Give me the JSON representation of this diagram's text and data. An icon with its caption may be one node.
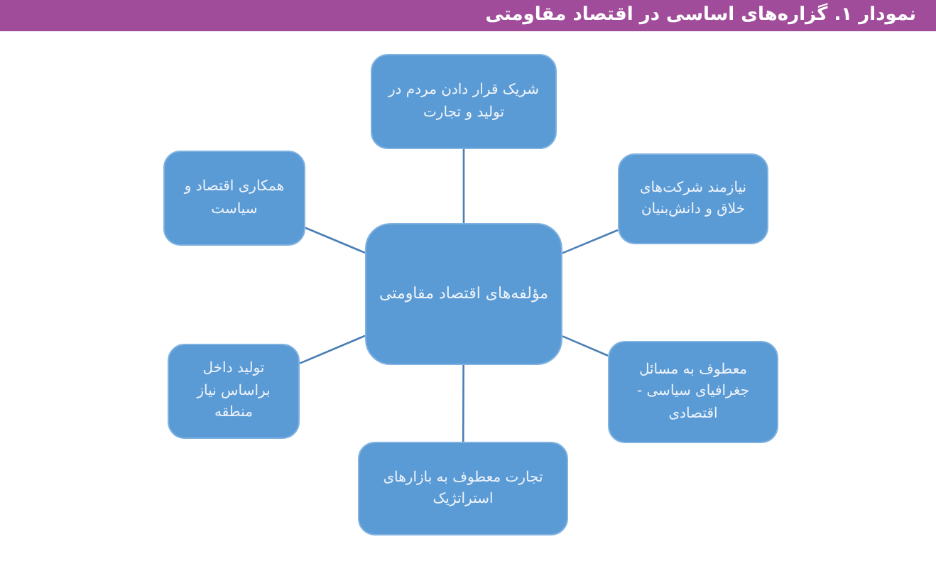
{
  "diagram": {
    "title": "نمودار ۱. گزاره‌های اساسی در اقتصاد مقاومتی",
    "nodes": [
      {
        "text": [
          "مؤلفه‌های اقتصاد مقاومتی"
        ]
      },
      {
        "text": [
          "شریک قرار دادن مردم در تولید و تجارت"
        ]
      },
      {
        "text": [
          "همکاری اقتصاد و سیاست"
        ]
      },
      {
        "text": [
          "نیازمند شرکت‌های خلاق و دانش‌بنیان"
        ]
      },
      {
        "text": [
          "تولید داخل براساس نیاز منطقه"
        ]
      },
      {
        "text": [
          "معطوف به مسائل جغرافیای سیاسی - اقتصادی"
        ]
      },
      {
        "text": [
          "تجارت معطوف به بازارهای استراتژیک"
        ]
      }
    ],
    "edges": [
      {
        "from": 0,
        "to": 1,
        "arrow": "none"
      },
      {
        "from": 0,
        "to": 2,
        "arrow": "none"
      },
      {
        "from": 0,
        "to": 3,
        "arrow": "none"
      },
      {
        "from": 0,
        "to": 4,
        "arrow": "none"
      },
      {
        "from": 0,
        "to": 5,
        "arrow": "none"
      },
      {
        "from": 0,
        "to": 6,
        "arrow": "none"
      }
    ]
  }
}
